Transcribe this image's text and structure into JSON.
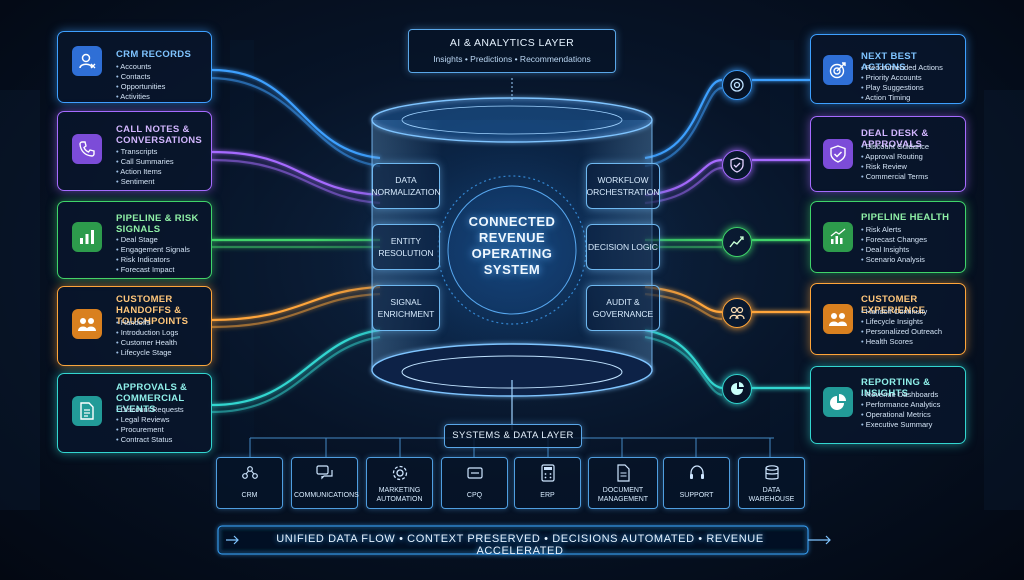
{
  "ai_layer": {
    "title": "AI & ANALYTICS LAYER",
    "subtitle": "Insights • Predictions • Recommendations"
  },
  "core": {
    "title": "CONNECTED REVENUE OPERATING SYSTEM",
    "title_lines": [
      "CONNECTED",
      "REVENUE",
      "OPERATING",
      "SYSTEM"
    ],
    "left_modules": [
      "DATA NORMALIZATION",
      "ENTITY RESOLUTION",
      "SIGNAL ENRICHMENT"
    ],
    "right_modules": [
      "WORKFLOW ORCHESTRATION",
      "DECISION LOGIC",
      "AUDIT & GOVERNANCE"
    ]
  },
  "left_cards": [
    {
      "title": "CRM RECORDS",
      "color": "#3ea0ff",
      "icon": "user-icon",
      "items": [
        "Accounts",
        "Contacts",
        "Opportunities",
        "Activities"
      ]
    },
    {
      "title": "CALL NOTES & CONVERSATIONS",
      "color": "#a66bff",
      "icon": "phone-icon",
      "items": [
        "Transcripts",
        "Call Summaries",
        "Action Items",
        "Sentiment"
      ]
    },
    {
      "title": "PIPELINE & RISK SIGNALS",
      "color": "#3fd46a",
      "icon": "bar-chart-icon",
      "items": [
        "Deal Stage",
        "Engagement Signals",
        "Risk Indicators",
        "Forecast Impact"
      ]
    },
    {
      "title": "CUSTOMER HANDOFFS & TOUCHPOINTS",
      "color": "#ffa53a",
      "icon": "people-icon",
      "items": [
        "Handoffs",
        "Introduction Logs",
        "Customer Health",
        "Lifecycle Stage"
      ]
    },
    {
      "title": "APPROVALS & COMMERCIAL EVENTS",
      "color": "#33d6d0",
      "icon": "document-icon",
      "items": [
        "Discount Requests",
        "Legal Reviews",
        "Procurement",
        "Contract Status"
      ]
    }
  ],
  "right_cards": [
    {
      "title": "NEXT BEST ACTIONS",
      "color": "#3ea0ff",
      "icon": "target-icon",
      "items": [
        "Recommended Actions",
        "Priority Accounts",
        "Play Suggestions",
        "Action Timing"
      ]
    },
    {
      "title": "DEAL DESK & APPROVALS",
      "color": "#a66bff",
      "icon": "shield-check-icon",
      "items": [
        "Discount Guidance",
        "Approval Routing",
        "Risk Review",
        "Commercial Terms"
      ]
    },
    {
      "title": "PIPELINE HEALTH",
      "color": "#3fd46a",
      "icon": "trend-chart-icon",
      "items": [
        "Risk Alerts",
        "Forecast Changes",
        "Deal Insights",
        "Scenario Analysis"
      ]
    },
    {
      "title": "CUSTOMER EXPERIENCE",
      "color": "#ffa53a",
      "icon": "people-icon",
      "items": [
        "Handoff Continuity",
        "Lifecycle Insights",
        "Personalized Outreach",
        "Health Scores"
      ]
    },
    {
      "title": "REPORTING & INSIGHTS",
      "color": "#33d6d0",
      "icon": "pie-chart-icon",
      "items": [
        "Revenue Dashboards",
        "Performance Analytics",
        "Operational Metrics",
        "Executive Summary"
      ]
    }
  ],
  "systems_layer": {
    "title": "SYSTEMS & DATA LAYER",
    "systems": [
      {
        "label": "CRM",
        "icon": "network-icon"
      },
      {
        "label": "COMMUNICATIONS",
        "icon": "chat-icon"
      },
      {
        "label": "MARKETING AUTOMATION",
        "icon": "gear-icon"
      },
      {
        "label": "CPQ",
        "icon": "card-icon"
      },
      {
        "label": "ERP",
        "icon": "calculator-icon"
      },
      {
        "label": "DOCUMENT MANAGEMENT",
        "icon": "document-icon"
      },
      {
        "label": "SUPPORT",
        "icon": "headset-icon"
      },
      {
        "label": "DATA WAREHOUSE",
        "icon": "database-icon"
      }
    ]
  },
  "footer": {
    "text": "UNIFIED DATA FLOW • CONTEXT PRESERVED • DECISIONS AUTOMATED • REVENUE ACCELERATED"
  }
}
